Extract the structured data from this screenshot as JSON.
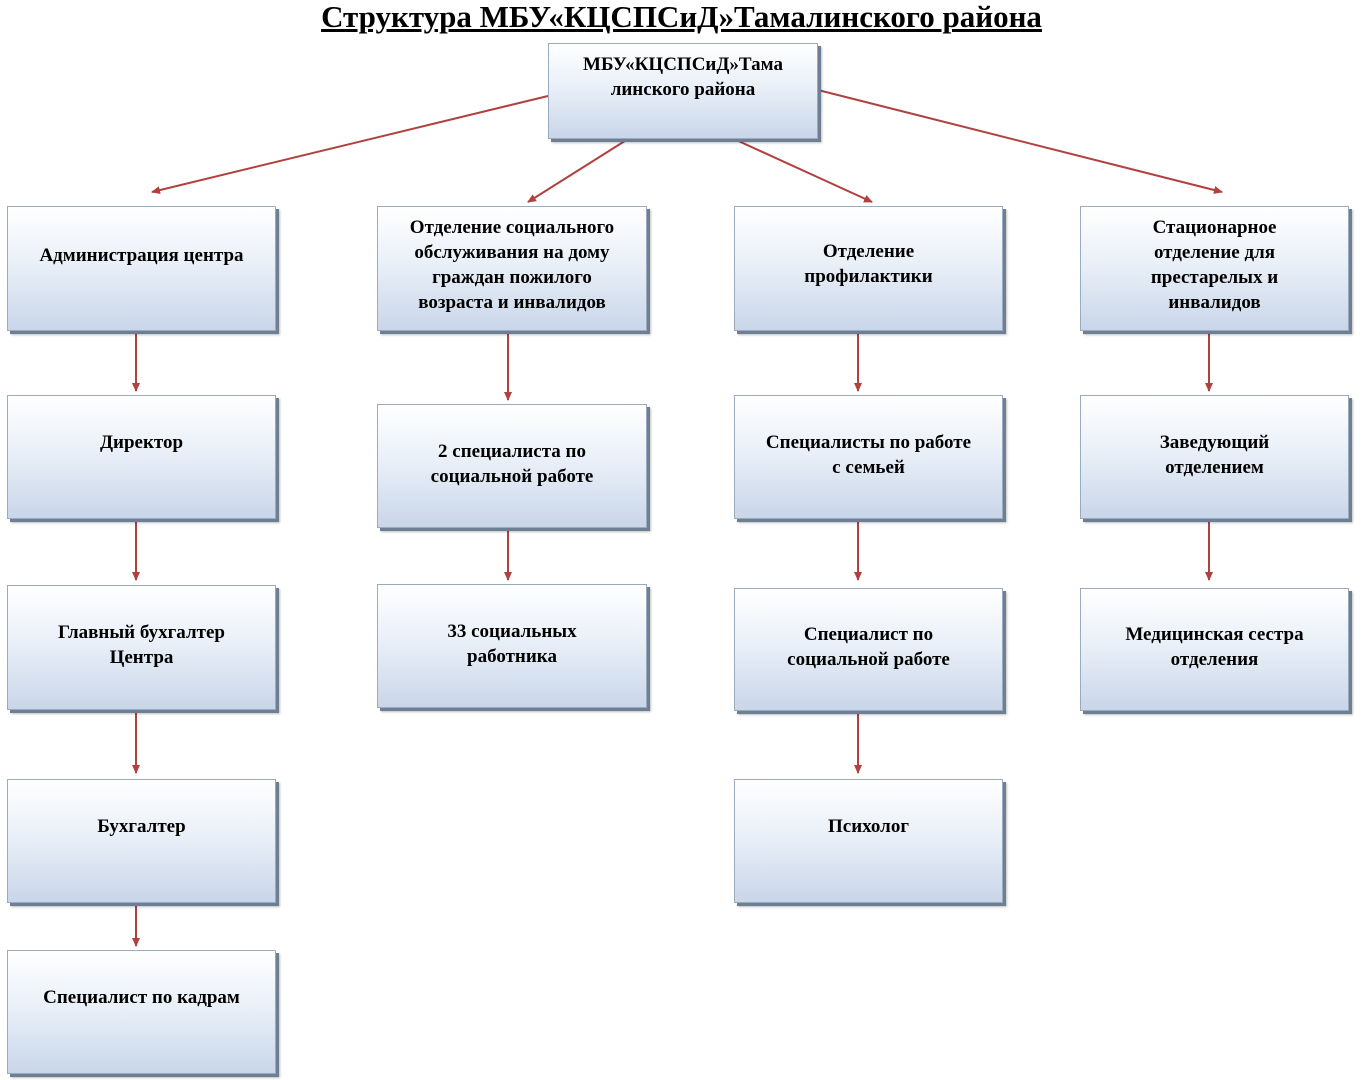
{
  "title": "Структура МБУ«КЦСПСиД»Тамалинского района",
  "root": "МБУ«КЦСПСиД»Тама\nлинского района",
  "departments": [
    {
      "label": "Администрация центра",
      "children": [
        "Директор",
        "Главный бухгалтер\nЦентра",
        "Бухгалтер",
        "Специалист по кадрам"
      ]
    },
    {
      "label": "Отделение социального\nобслуживания на дому\nграждан пожилого\nвозраста и инвалидов",
      "children": [
        "2 специалиста по\nсоциальной работе",
        "33 социальных\nработника"
      ]
    },
    {
      "label": "Отделение\nпрофилактики",
      "children": [
        "Специалисты по работе\nс семьей",
        "Специалист по\nсоциальной работе",
        "Психолог"
      ]
    },
    {
      "label": "Стационарное\nотделение для\nпрестарелых и\nинвалидов",
      "children": [
        "Заведующий\nотделением",
        "Медицинская сестра\nотделения"
      ]
    }
  ],
  "colors": {
    "arrow": "#b0413e",
    "box_top": "#ffffff",
    "box_bottom": "#c9d6e9"
  }
}
